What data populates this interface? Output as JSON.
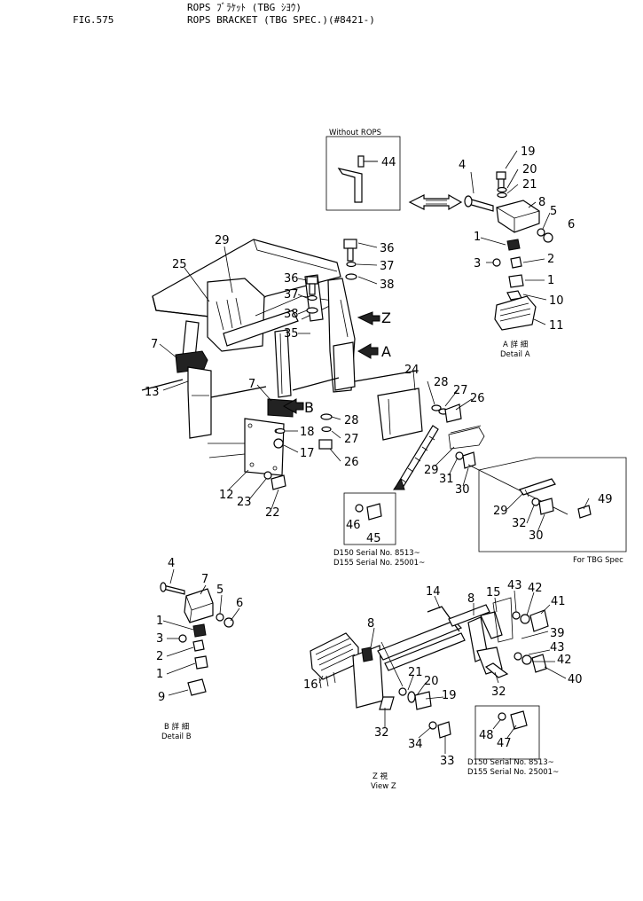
{
  "header": {
    "fig": "FIG.575",
    "title_line1": "ROPS ﾌﾞﾗｹｯﾄ (TBG ｼﾖｳ)",
    "title_line2": "ROPS BRACKET (TBG SPEC.)(#8421-)"
  },
  "captions": {
    "without_rops": "Without ROPS",
    "detail_a_jp": "A 詳 細",
    "detail_a": "Detail A",
    "detail_b_jp": "B 詳 細",
    "detail_b": "Detail B",
    "view_z_jp": "Z  視",
    "view_z": "View Z",
    "serial_d150_1": "D150 Serial No. 8513~",
    "serial_d155_1": "D155 Serial No. 25001~",
    "serial_d150_2": "D150 Serial No. 8513~",
    "serial_d155_2": "D155 Serial No. 25001~",
    "for_tbg": "For TBG Spec"
  },
  "views": {
    "Z": "Z",
    "A": "A",
    "B": "B"
  },
  "callouts": [
    {
      "label": "44"
    },
    {
      "label": "19"
    },
    {
      "label": "4"
    },
    {
      "label": "20"
    },
    {
      "label": "21"
    },
    {
      "label": "8"
    },
    {
      "label": "5"
    },
    {
      "label": "6"
    },
    {
      "label": "1"
    },
    {
      "label": "3"
    },
    {
      "label": "2"
    },
    {
      "label": "1"
    },
    {
      "label": "10"
    },
    {
      "label": "11"
    },
    {
      "label": "29"
    },
    {
      "label": "25"
    },
    {
      "label": "36"
    },
    {
      "label": "37"
    },
    {
      "label": "38"
    },
    {
      "label": "36"
    },
    {
      "label": "37"
    },
    {
      "label": "38"
    },
    {
      "label": "35"
    },
    {
      "label": "7"
    },
    {
      "label": "13"
    },
    {
      "label": "7"
    },
    {
      "label": "24"
    },
    {
      "label": "28"
    },
    {
      "label": "27"
    },
    {
      "label": "26"
    },
    {
      "label": "28"
    },
    {
      "label": "18"
    },
    {
      "label": "27"
    },
    {
      "label": "17"
    },
    {
      "label": "26"
    },
    {
      "label": "12"
    },
    {
      "label": "23"
    },
    {
      "label": "22"
    },
    {
      "label": "29"
    },
    {
      "label": "31"
    },
    {
      "label": "30"
    },
    {
      "label": "46"
    },
    {
      "label": "45"
    },
    {
      "label": "49"
    },
    {
      "label": "29"
    },
    {
      "label": "32"
    },
    {
      "label": "30"
    },
    {
      "label": "4"
    },
    {
      "label": "7"
    },
    {
      "label": "5"
    },
    {
      "label": "6"
    },
    {
      "label": "1"
    },
    {
      "label": "3"
    },
    {
      "label": "2"
    },
    {
      "label": "1"
    },
    {
      "label": "9"
    },
    {
      "label": "14"
    },
    {
      "label": "8"
    },
    {
      "label": "15"
    },
    {
      "label": "43"
    },
    {
      "label": "42"
    },
    {
      "label": "41"
    },
    {
      "label": "8"
    },
    {
      "label": "39"
    },
    {
      "label": "43"
    },
    {
      "label": "42"
    },
    {
      "label": "40"
    },
    {
      "label": "32"
    },
    {
      "label": "16"
    },
    {
      "label": "21"
    },
    {
      "label": "20"
    },
    {
      "label": "19"
    },
    {
      "label": "32"
    },
    {
      "label": "34"
    },
    {
      "label": "33"
    },
    {
      "label": "48"
    },
    {
      "label": "47"
    }
  ]
}
